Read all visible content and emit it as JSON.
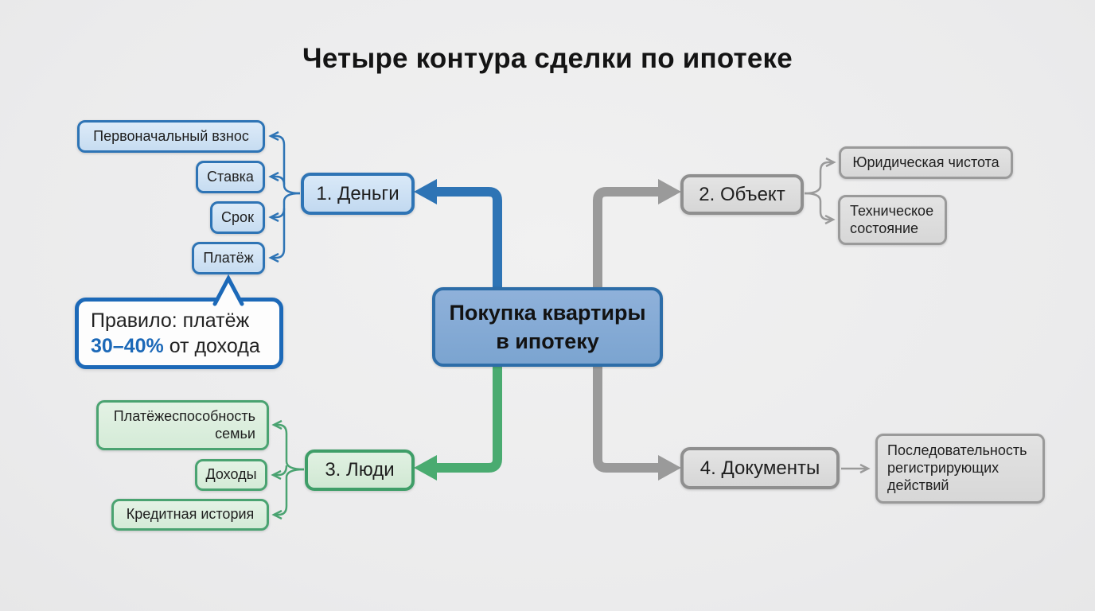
{
  "title": "Четыре контура сделки по ипотеке",
  "center_node": {
    "label": "Покупка квартиры\nв ипотеку"
  },
  "branches": {
    "money": {
      "label": "1. Деньги",
      "children": [
        "Первоначальный взнос",
        "Ставка",
        "Срок",
        "Платёж"
      ]
    },
    "object": {
      "label": "2. Объект",
      "children": [
        "Юридическая чистота",
        "Техническое\nсостояние"
      ]
    },
    "people": {
      "label": "3. Люди",
      "children": [
        "Платёжеспособность\nсемьи",
        "Доходы",
        "Кредитная история"
      ]
    },
    "documents": {
      "label": "4. Документы",
      "children": [
        "Последовательность\nрегистрирующих\nдействий"
      ]
    }
  },
  "rule": {
    "line1": "Правило: платёж",
    "highlight": "30–40%",
    "rest": " от дохода"
  },
  "colors": {
    "background": "#ebebec",
    "text": "#1f1f1f",
    "blue_accent": "#2e74b5",
    "blue_fill": "#cfe2f4",
    "center_fill": "#84a9d3",
    "center_border": "#2d6da8",
    "green_accent": "#3f9e68",
    "green_fill": "#dcefdd",
    "gray_accent": "#9a9a9a",
    "gray_fill": "#dcdcdc",
    "rule_border": "#1c69b8",
    "rule_highlight": "#1c69b8"
  }
}
